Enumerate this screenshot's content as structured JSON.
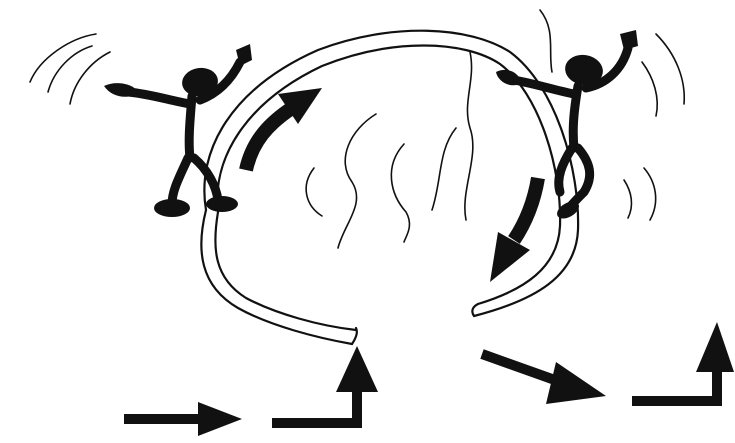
{
  "figure": {
    "ink_color": "#111111",
    "background": "#ffffff",
    "icons": [
      "dancing-figure-left",
      "dancing-figure-right",
      "curved-arrow-up",
      "curved-arrow-down",
      "straight-arrow-right",
      "step-up-arrow"
    ]
  }
}
